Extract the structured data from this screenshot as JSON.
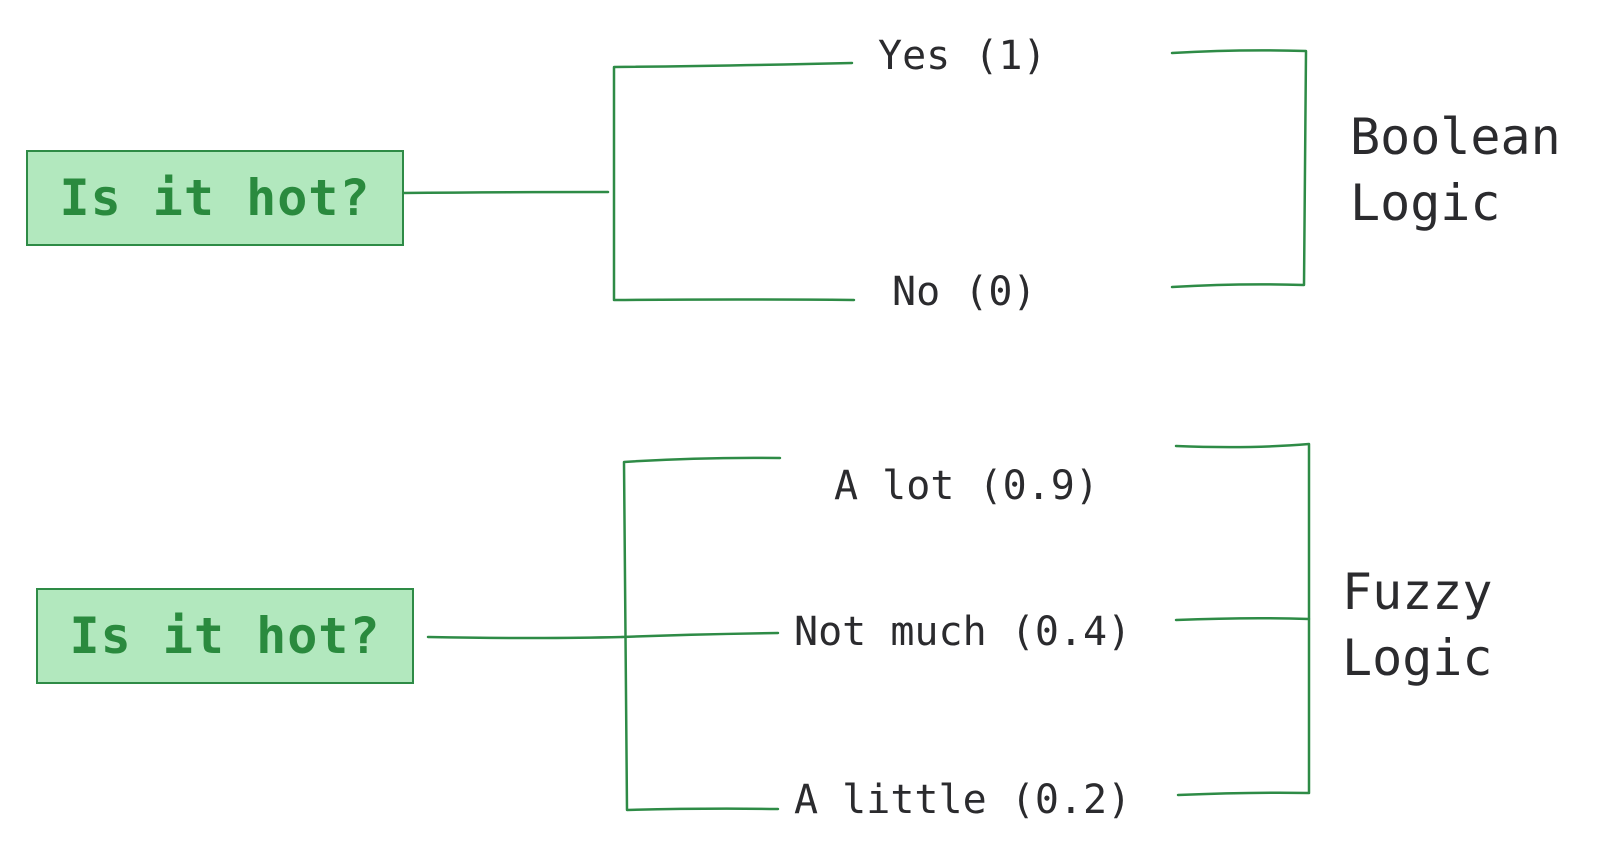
{
  "colors": {
    "accent": "#2e8b46",
    "box_fill": "#b2e8be",
    "text": "#2b2b2e"
  },
  "boolean": {
    "question": "Is it hot?",
    "answers": [
      "Yes (1)",
      "No (0)"
    ],
    "category_line1": "Boolean",
    "category_line2": "Logic"
  },
  "fuzzy": {
    "question": "Is it hot?",
    "answers": [
      "A lot (0.9)",
      "Not much (0.4)",
      "A little (0.2)"
    ],
    "category_line1": "Fuzzy",
    "category_line2": "Logic"
  }
}
